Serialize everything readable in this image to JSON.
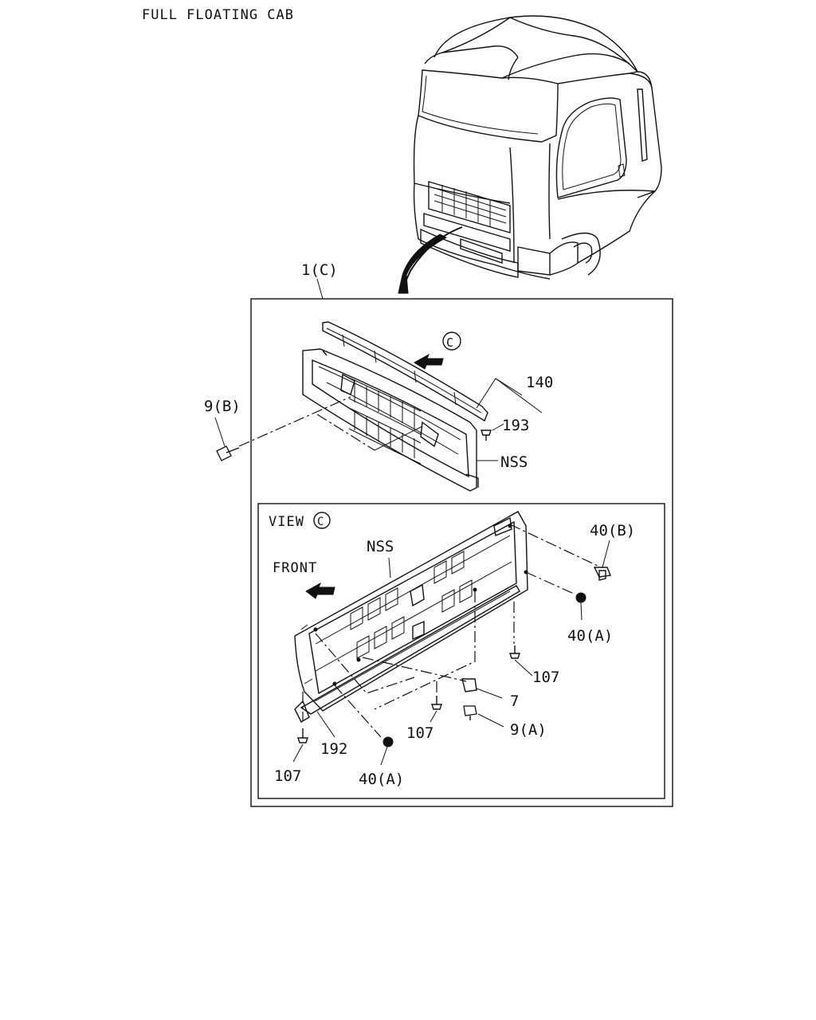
{
  "title": "FULL FLOATING CAB",
  "labels": {
    "assembly": "1(C)",
    "part_140": "140",
    "part_193": "193",
    "part_9b": "9(B)",
    "nss_top": "NSS",
    "view_c": "VIEW",
    "nss_view": "NSS",
    "front": "FRONT",
    "part_40b": "40(B)",
    "part_40a_right": "40(A)",
    "part_107_right": "107",
    "part_7": "7",
    "part_107_mid": "107",
    "part_9a": "9(A)",
    "part_192": "192",
    "part_107_left": "107",
    "part_40a_bottom": "40(A)",
    "circle_c_arrow": "C",
    "circle_c_view": "C"
  },
  "icons": {
    "direction_arrow": "arrow-left-icon",
    "front_arrow": "arrow-left-icon",
    "circled_letter": "circled-c-icon",
    "bolt": "bolt-icon",
    "nut": "nut-icon",
    "clip": "clip-icon"
  }
}
